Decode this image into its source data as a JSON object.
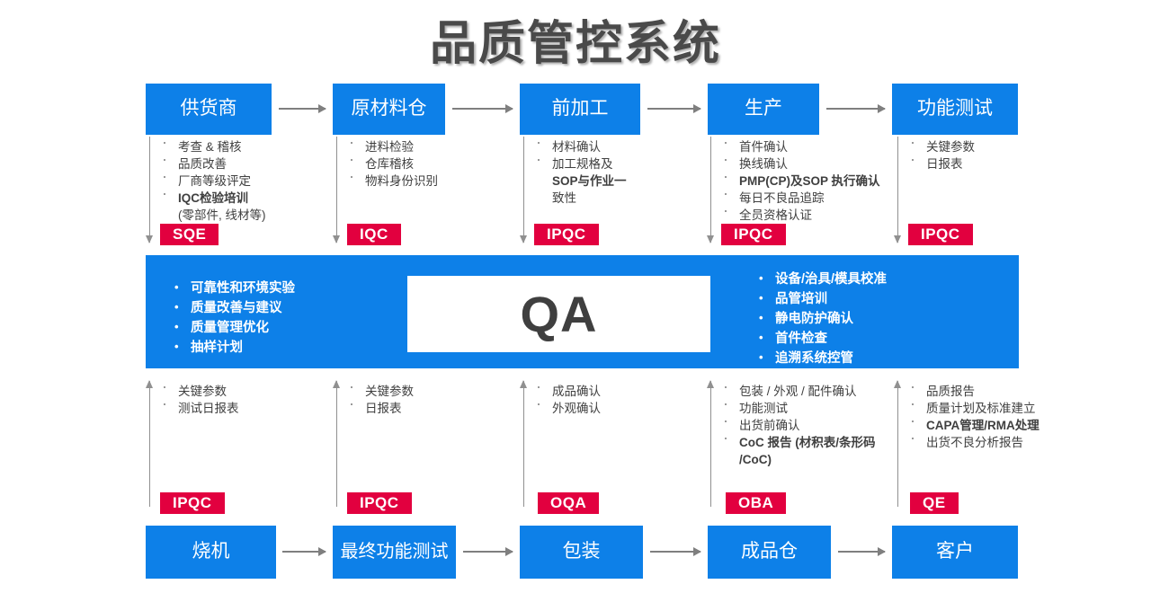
{
  "page": {
    "title": "品质管控系统",
    "colors": {
      "process_blue": "#0d80e8",
      "role_crimson": "#e2003f",
      "title_gray": "#4a4a4a",
      "connector_gray": "#7f7f7f"
    }
  },
  "top_row": {
    "boxes": [
      {
        "label": "供货商"
      },
      {
        "label": "原材料仓"
      },
      {
        "label": "前加工"
      },
      {
        "label": "生产"
      },
      {
        "label": "功能测试"
      }
    ],
    "columns": [
      {
        "tag": "SQE",
        "bullets": [
          {
            "text": "考查 & 稽核",
            "bold": false,
            "continuation": false
          },
          {
            "text": "品质改善",
            "bold": false,
            "continuation": false
          },
          {
            "text": "厂商等级评定",
            "bold": false,
            "continuation": false
          },
          {
            "text": "IQC检验培训",
            "bold": true,
            "continuation": false
          },
          {
            "text": "(零部件, 线材等)",
            "bold": false,
            "continuation": true
          }
        ]
      },
      {
        "tag": "IQC",
        "bullets": [
          {
            "text": "进料检验",
            "bold": false,
            "continuation": false
          },
          {
            "text": "仓库稽核",
            "bold": false,
            "continuation": false
          },
          {
            "text": "物料身份识别",
            "bold": false,
            "continuation": false
          }
        ]
      },
      {
        "tag": "IPQC",
        "bullets": [
          {
            "text": "材料确认",
            "bold": false,
            "continuation": false
          },
          {
            "text": "加工规格及",
            "bold": false,
            "continuation": false
          },
          {
            "text": "SOP与作业一",
            "bold": true,
            "continuation": true
          },
          {
            "text": "致性",
            "bold": false,
            "continuation": true
          }
        ]
      },
      {
        "tag": "IPQC",
        "bullets": [
          {
            "text": "首件确认",
            "bold": false,
            "continuation": false
          },
          {
            "text": "换线确认",
            "bold": false,
            "continuation": false
          },
          {
            "text": "PMP(CP)及SOP 执行确认",
            "bold": true,
            "continuation": false
          },
          {
            "text": "每日不良品追踪",
            "bold": false,
            "continuation": false
          },
          {
            "text": "全员资格认证",
            "bold": false,
            "continuation": false
          }
        ]
      },
      {
        "tag": "IPQC",
        "bullets": [
          {
            "text": "关键参数",
            "bold": false,
            "continuation": false
          },
          {
            "text": "日报表",
            "bold": false,
            "continuation": false
          }
        ]
      }
    ]
  },
  "qa_band": {
    "center_label": "QA",
    "left_bullets": [
      "可靠性和环境实验",
      "质量改善与建议",
      "质量管理优化",
      "抽样计划"
    ],
    "right_bullets": [
      "设备/治具/模具校准",
      "品管培训",
      "静电防护确认",
      "首件检查",
      "追溯系统控管"
    ]
  },
  "bottom_row": {
    "boxes": [
      {
        "label": "烧机"
      },
      {
        "label": "最终功能测试"
      },
      {
        "label": "包装"
      },
      {
        "label": "成品仓"
      },
      {
        "label": "客户"
      }
    ],
    "columns": [
      {
        "tag": "IPQC",
        "bullets": [
          {
            "text": "关键参数",
            "bold": false,
            "continuation": false
          },
          {
            "text": "测试日报表",
            "bold": false,
            "continuation": false
          }
        ]
      },
      {
        "tag": "IPQC",
        "bullets": [
          {
            "text": "关键参数",
            "bold": false,
            "continuation": false
          },
          {
            "text": "日报表",
            "bold": false,
            "continuation": false
          }
        ]
      },
      {
        "tag": "OQA",
        "bullets": [
          {
            "text": "成品确认",
            "bold": false,
            "continuation": false
          },
          {
            "text": "外观确认",
            "bold": false,
            "continuation": false
          }
        ]
      },
      {
        "tag": "OBA",
        "bullets": [
          {
            "text": "包装 / 外观 /  配件确认",
            "bold": false,
            "continuation": false
          },
          {
            "text": "功能测试",
            "bold": false,
            "continuation": false
          },
          {
            "text": "出货前确认",
            "bold": false,
            "continuation": false
          },
          {
            "text": "CoC 报告 (材积表/条形码",
            "bold": true,
            "continuation": false
          },
          {
            "text": "/CoC)",
            "bold": true,
            "continuation": true
          }
        ]
      },
      {
        "tag": "QE",
        "bullets": [
          {
            "text": "品质报告",
            "bold": false,
            "continuation": false
          },
          {
            "text": "质量计划及标准建立",
            "bold": false,
            "continuation": false
          },
          {
            "text": "CAPA管理/RMA处理",
            "bold": true,
            "continuation": false
          },
          {
            "text": "出货不良分析报告",
            "bold": false,
            "continuation": false
          }
        ]
      }
    ]
  }
}
